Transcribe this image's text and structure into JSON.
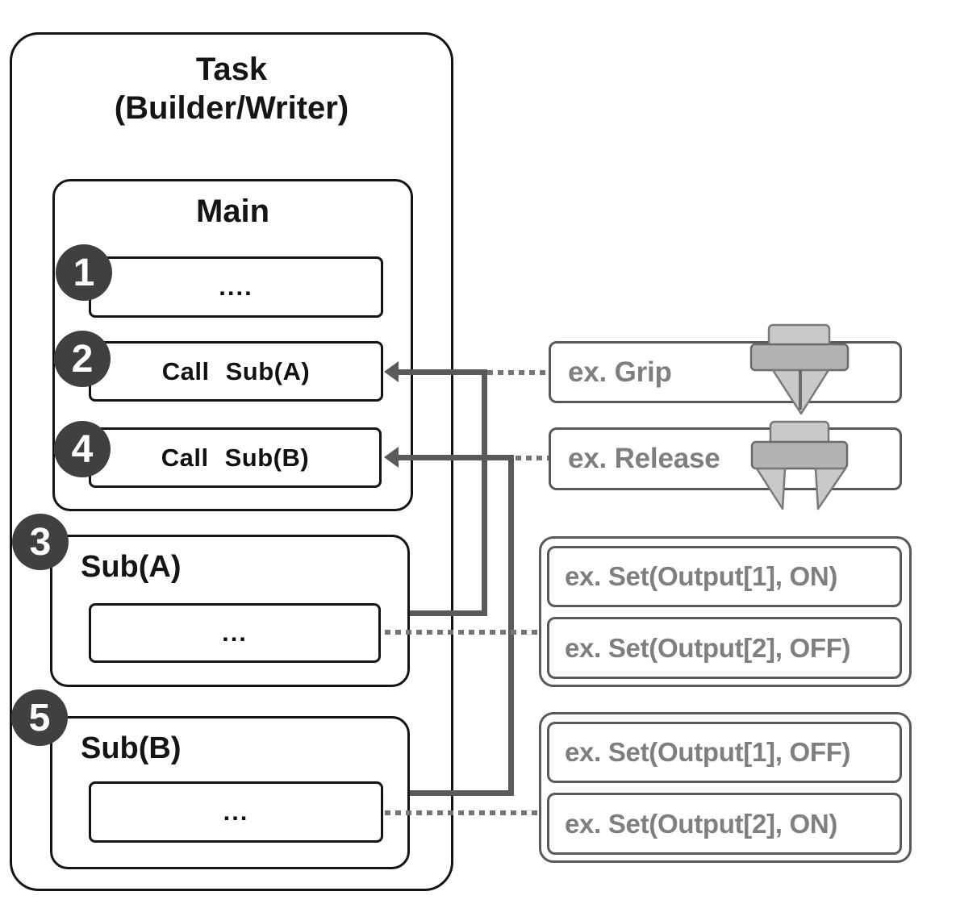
{
  "task": {
    "title_line1": "Task",
    "title_line2": "(Builder/Writer)"
  },
  "main": {
    "title": "Main",
    "steps": [
      {
        "num": "1",
        "label": "...."
      },
      {
        "num": "2",
        "label": "Call Sub(A)"
      },
      {
        "num": "4",
        "label": "Call Sub(B)"
      }
    ]
  },
  "subs": [
    {
      "num": "3",
      "title": "Sub(A)",
      "body": "..."
    },
    {
      "num": "5",
      "title": "Sub(B)",
      "body": "..."
    }
  ],
  "examples": {
    "grip": {
      "label": "ex. Grip",
      "icon": "gripper-closed-icon"
    },
    "release": {
      "label": "ex. Release",
      "icon": "gripper-open-icon"
    },
    "group_a": [
      "ex. Set(Output[1], ON)",
      "ex. Set(Output[2], OFF)"
    ],
    "group_b": [
      "ex. Set(Output[1], OFF)",
      "ex. Set(Output[2], ON)"
    ]
  },
  "colors": {
    "circle_fill": "#404040",
    "circle_text": "#ffffff",
    "box_border": "#141414",
    "example_border": "#595959",
    "example_text": "#7f7f7f",
    "connector": "#5a5a5a",
    "dotted_line": "#757575",
    "icon_light_gray": "#c9c9c9",
    "icon_mid_gray": "#b3b3b3",
    "icon_border": "#7a7a7a"
  }
}
